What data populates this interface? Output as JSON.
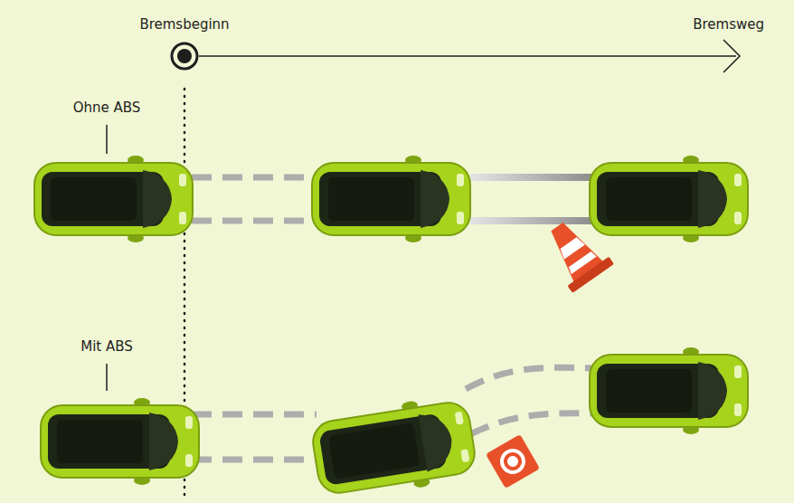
{
  "diagram": {
    "labels": [
      "Bremsbeginn",
      "Bremsweg",
      "Ohne ABS",
      "Mit ABS"
    ]
  }
}
